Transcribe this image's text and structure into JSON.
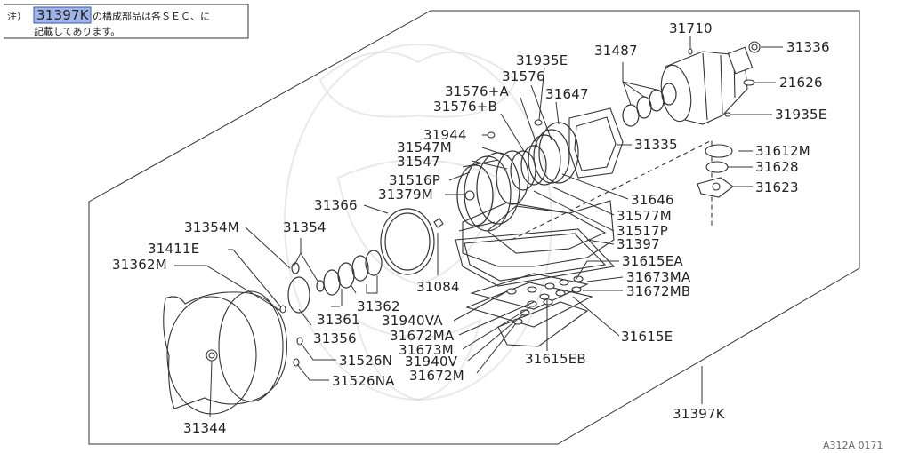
{
  "note": {
    "prefix": "注）",
    "highlight": "31397K",
    "line1_rest": "の構成部品は各ＳＥＣ、に",
    "line2": "記載してあります。"
  },
  "diagram_code": "A312A 0171",
  "part_labels": {
    "p31710": "31710",
    "p31336": "31336",
    "p21626": "21626",
    "p31935E_top": "31935E",
    "p31935E_right": "31935E",
    "p31487": "31487",
    "p31576": "31576",
    "p31576A": "31576+A",
    "p31576B": "31576+B",
    "p31647": "31647",
    "p31944": "31944",
    "p31547M": "31547M",
    "p31547": "31547",
    "p31516P": "31516P",
    "p31379M": "31379M",
    "p31335": "31335",
    "p31612M": "31612M",
    "p31628": "31628",
    "p31623": "31623",
    "p31646": "31646",
    "p31577M": "31577M",
    "p31517P": "31517P",
    "p31397": "31397",
    "p31366": "31366",
    "p31354M": "31354M",
    "p31354": "31354",
    "p31411E": "31411E",
    "p31362M": "31362M",
    "p31084": "31084",
    "p31615EA": "31615EA",
    "p31673MA": "31673MA",
    "p31672MB": "31672MB",
    "p31362": "31362",
    "p31361": "31361",
    "p31940VA": "31940VA",
    "p31672MA": "31672MA",
    "p31356": "31356",
    "p31673M": "31673M",
    "p31615E": "31615E",
    "p31940V": "31940V",
    "p31615EB": "31615EB",
    "p31526N": "31526N",
    "p31672M": "31672M",
    "p31526NA": "31526NA",
    "p31397K": "31397K",
    "p31344": "31344"
  }
}
